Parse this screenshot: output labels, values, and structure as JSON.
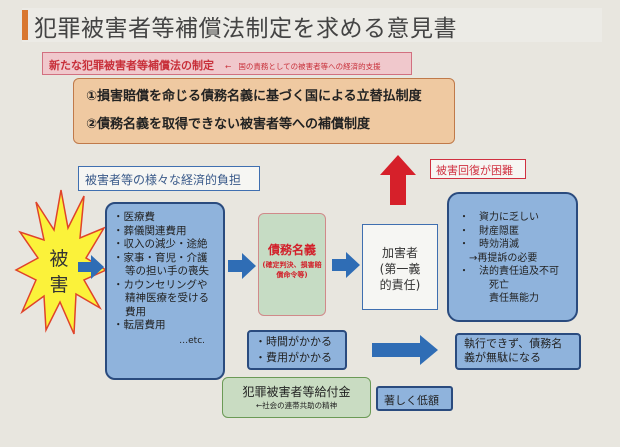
{
  "title": "犯罪被害者等補償法制定を求める意見書",
  "proposal": {
    "label": "新たな犯罪被害者等補償法の制定",
    "arrow": "←",
    "note": "国の責務としての被害者等への経済的支援"
  },
  "systems": [
    "①損害賠償を命じる債務名義に基づく国による立替払制度",
    "②債務名義を取得できない被害者等への補償制度"
  ],
  "burden_label": "被害者等の様々な経済的負担",
  "damage": "被害",
  "burden_items": [
    "医療費",
    "葬儀関連費用",
    "収入の減少・途絶",
    "家事・育児・介護等の担い手の喪失",
    "カウンセリングや精神医療を受ける費用",
    "転居費用"
  ],
  "burden_etc": "…etc.",
  "title_of_obligation": {
    "label": "債務名義",
    "note": "(確定判決、損害賠償命令等)"
  },
  "perpetrator": {
    "line1": "加害者",
    "line2": "(第一義",
    "line3": "的責任)"
  },
  "recovery_difficult": "被害回復が困難",
  "reasons": [
    "・　資力に乏しい",
    "・　財産隠匿",
    "・　時効消滅",
    "　→再提訴の必要",
    "・　法的責任追及不可",
    "　　　死亡",
    "　　　責任無能力"
  ],
  "costs": [
    "・時間がかかる",
    "・費用がかかる"
  ],
  "enforcement": "執行できず、債務名義が無駄になる",
  "benefit": {
    "label": "犯罪被害者等給付金",
    "note": "←社会の連帯共助の精神"
  },
  "low_amount": "著しく低額",
  "colors": {
    "accent": "#d9772f",
    "red": "#d2202a",
    "blue_arrow": "#2f6db5",
    "box_blue": "#8fb3dc"
  }
}
